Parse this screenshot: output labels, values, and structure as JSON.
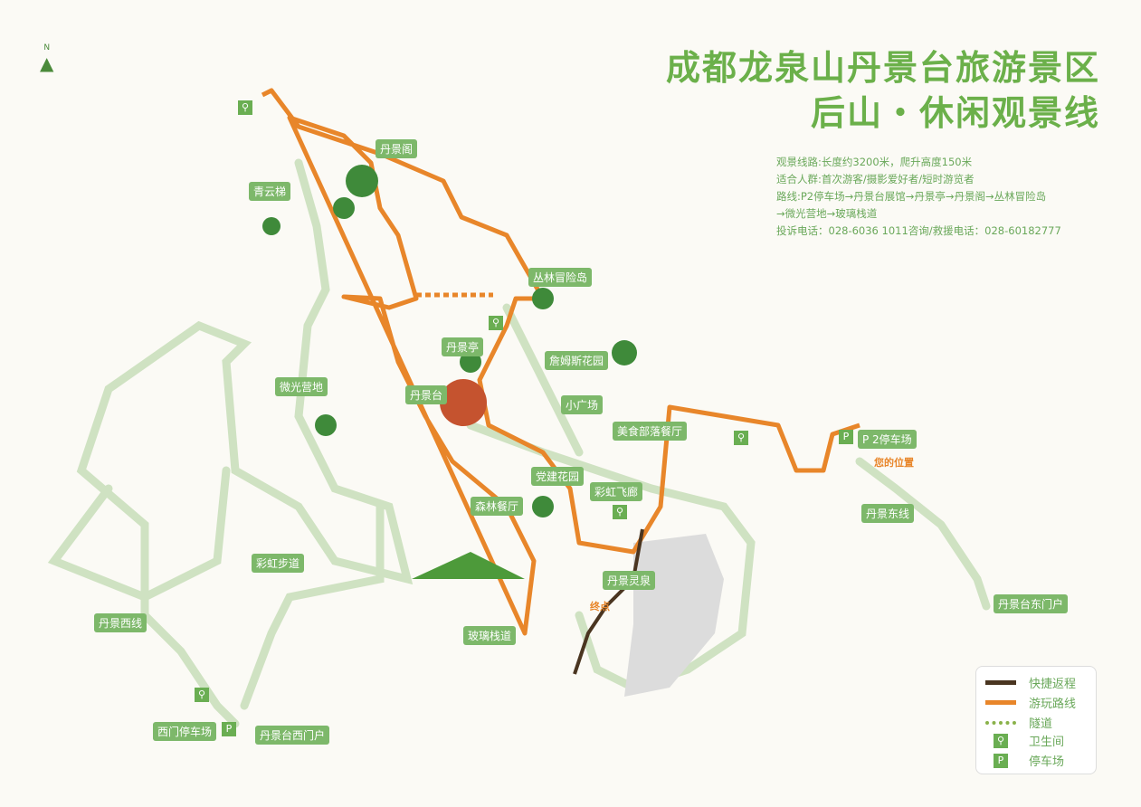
{
  "title": {
    "line1": "成都龙泉山丹景台旅游景区",
    "line2": "后山・休闲观景线"
  },
  "info": [
    "观景线路:长度约3200米，爬升高度150米",
    "适合人群:首次游客/摄影爱好者/短时游览者",
    "路线:P2停车场→丹景台展馆→丹景亭→丹景阁→丛林冒险岛",
    "→微光营地→玻璃栈道",
    "投诉电话：028-6036 1011咨询/救援电话：028-60182777"
  ],
  "compass": "N",
  "places": {
    "danjingge": "丹景阁",
    "qingyunti": "青云梯",
    "conglin": "丛林冒险岛",
    "danjingting": "丹景亭",
    "zhanmusi": "詹姆斯花园",
    "weiguang": "微光营地",
    "danjingtai": "丹景台",
    "xiaoguangchang": "小广场",
    "meishi": "美食部落餐厅",
    "p2": "P 2停车场",
    "dangjian": "党建花园",
    "caihongfeilang": "彩虹飞廊",
    "senlin": "森林餐厅",
    "dongxian": "丹景东线",
    "caihongbudao": "彩虹步道",
    "lingquan": "丹景灵泉",
    "xixian": "丹景西线",
    "boli": "玻璃栈道",
    "dongmenhu": "丹景台东门户",
    "ximentingche": "西门停车场",
    "ximenhu": "丹景台西门户"
  },
  "markers": {
    "you_are_here": "您的位置",
    "end": "终点"
  },
  "legend": {
    "items": [
      {
        "label": "快捷返程",
        "color": "#4a3520"
      },
      {
        "label": "游玩路线",
        "color": "#e8862a"
      },
      {
        "label": "隧道",
        "color": "#8ab24a"
      },
      {
        "label": "卫生间",
        "icon": "toilet-icon"
      },
      {
        "label": "停车场",
        "icon": "parking-icon"
      }
    ]
  },
  "colors": {
    "road": "#cfe2c2",
    "route": "#e8862a",
    "return": "#4a3520",
    "accent": "#6bb04a"
  }
}
